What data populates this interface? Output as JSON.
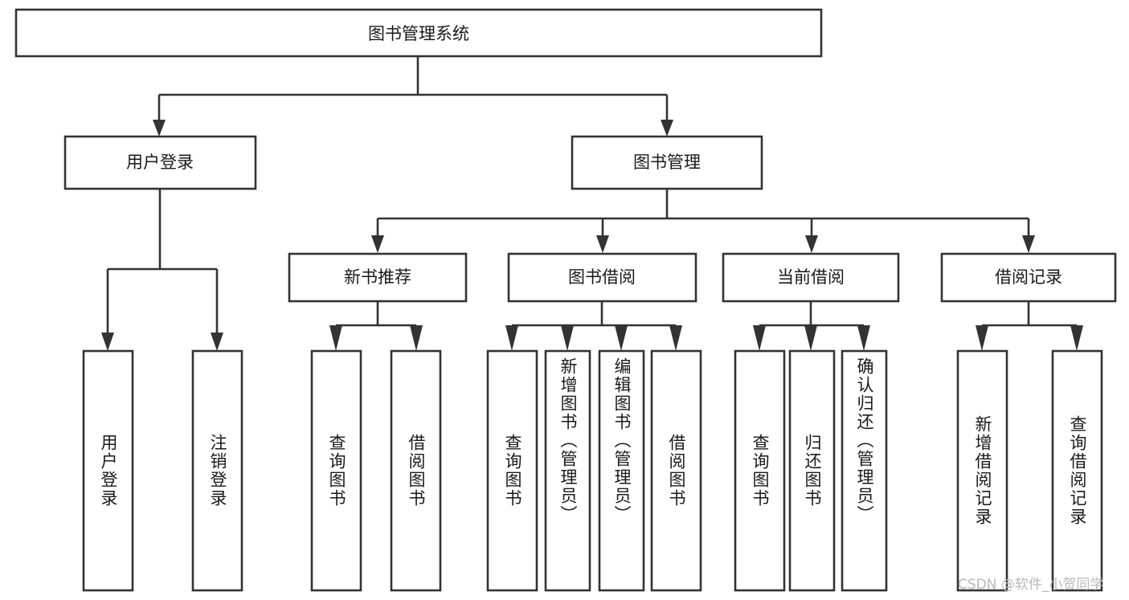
{
  "diagram": {
    "type": "tree",
    "title": "图书管理系统",
    "root": {
      "label": "图书管理系统"
    },
    "level2": [
      {
        "label": "用户登录"
      },
      {
        "label": "图书管理"
      }
    ],
    "level3": [
      {
        "label": "新书推荐",
        "parent": "图书管理"
      },
      {
        "label": "图书借阅",
        "parent": "图书管理"
      },
      {
        "label": "当前借阅",
        "parent": "图书管理"
      },
      {
        "label": "借阅记录",
        "parent": "图书管理"
      }
    ],
    "leaves": {
      "user_login": [
        {
          "label": "用户登录"
        },
        {
          "label": "注销登录"
        }
      ],
      "new_book_recommend": [
        {
          "label": "查询图书"
        },
        {
          "label": "借阅图书"
        }
      ],
      "book_borrow": [
        {
          "label": "查询图书"
        },
        {
          "label": "新增图书（管理员）"
        },
        {
          "label": "编辑图书（管理员）"
        },
        {
          "label": "借阅图书"
        }
      ],
      "current_borrow": [
        {
          "label": "查询图书"
        },
        {
          "label": "归还图书"
        },
        {
          "label": "确认归还（管理员）"
        }
      ],
      "borrow_record": [
        {
          "label": "新增借阅记录"
        },
        {
          "label": "查询借阅记录"
        }
      ]
    }
  },
  "watermark": {
    "text": "CSDN @软件_小贺同学"
  },
  "colors": {
    "stroke": "#333333",
    "box_fill": "#ffffff",
    "text": "#1a1a1a",
    "watermark": "#b9b9b9",
    "background": "#ffffff"
  }
}
